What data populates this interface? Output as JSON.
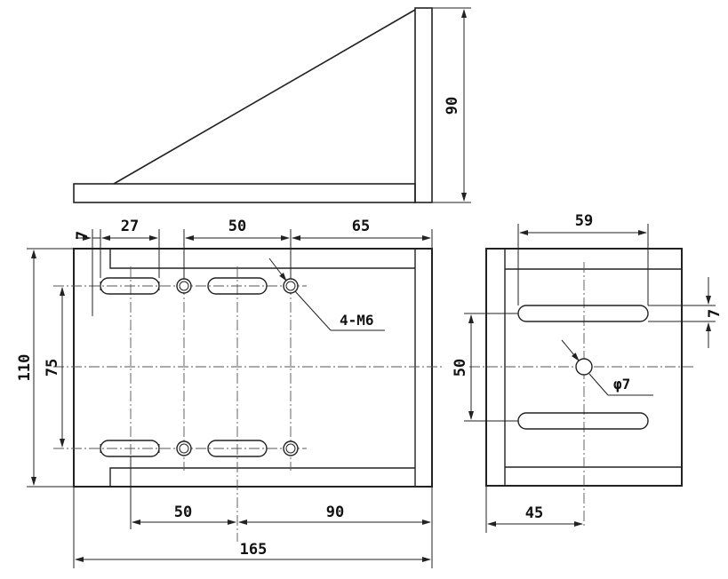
{
  "colors": {
    "line": "#222222",
    "paper": "#ffffff"
  },
  "dimensions": {
    "side_height": "90",
    "slot_offset": "7",
    "slot_length": "27",
    "hole_spacing_top": "50",
    "top_right_span": "65",
    "overall_height": "110",
    "slot_center_spacing": "75",
    "bottom_left_spacing": "50",
    "bottom_right_spacing": "90",
    "overall_width": "165",
    "end_slot_length": "59",
    "end_slot_offset": "7",
    "end_slot_spacing": "50",
    "end_width": "45"
  },
  "notes": {
    "thread_callout": "4-M6",
    "hole_callout": "φ7"
  }
}
